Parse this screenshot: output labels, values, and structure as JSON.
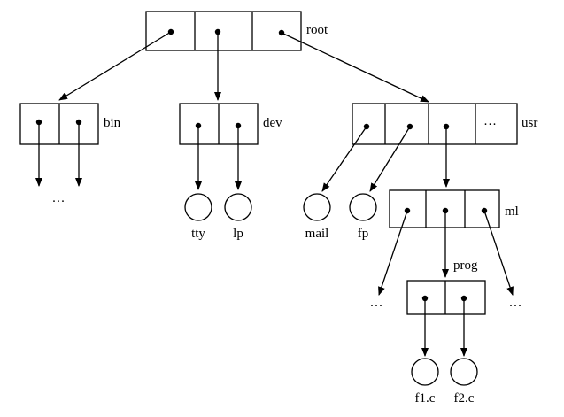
{
  "nodes": {
    "root": "root",
    "bin": "bin",
    "dev": "dev",
    "usr": "usr",
    "ml": "ml",
    "prog": "prog"
  },
  "cells": {
    "usr_ellipsis": "···"
  },
  "leaves": {
    "tty": "tty",
    "lp": "lp",
    "mail": "mail",
    "fp": "fp",
    "f1c": "f1.c",
    "f2c": "f2.c"
  },
  "ellipses": {
    "bin": "···",
    "ml_left": "···",
    "ml_right": "···"
  }
}
